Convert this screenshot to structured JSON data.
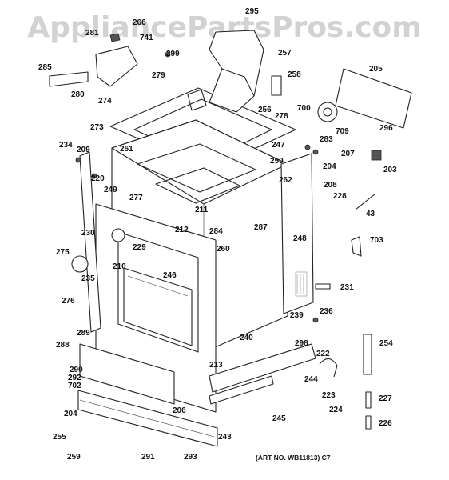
{
  "watermark": "AppliancePartsPros.com",
  "art_no": "(ART NO. WB11813) C7",
  "labels": [
    "295",
    "266",
    "281",
    "741",
    "257",
    "299",
    "285",
    "279",
    "258",
    "205",
    "280",
    "274",
    "256",
    "278",
    "700",
    "709",
    "296",
    "273",
    "247",
    "283",
    "207",
    "234",
    "209",
    "261",
    "250",
    "204",
    "203",
    "220",
    "262",
    "208",
    "228",
    "249",
    "277",
    "211",
    "43",
    "212",
    "284",
    "287",
    "248",
    "230",
    "229",
    "703",
    "275",
    "260",
    "210",
    "246",
    "235",
    "231",
    "276",
    "236",
    "239",
    "289",
    "298",
    "254",
    "288",
    "240",
    "222",
    "290",
    "292",
    "213",
    "244",
    "702",
    "223",
    "227",
    "204",
    "206",
    "224",
    "255",
    "245",
    "226",
    "243",
    "259",
    "291",
    "293"
  ]
}
